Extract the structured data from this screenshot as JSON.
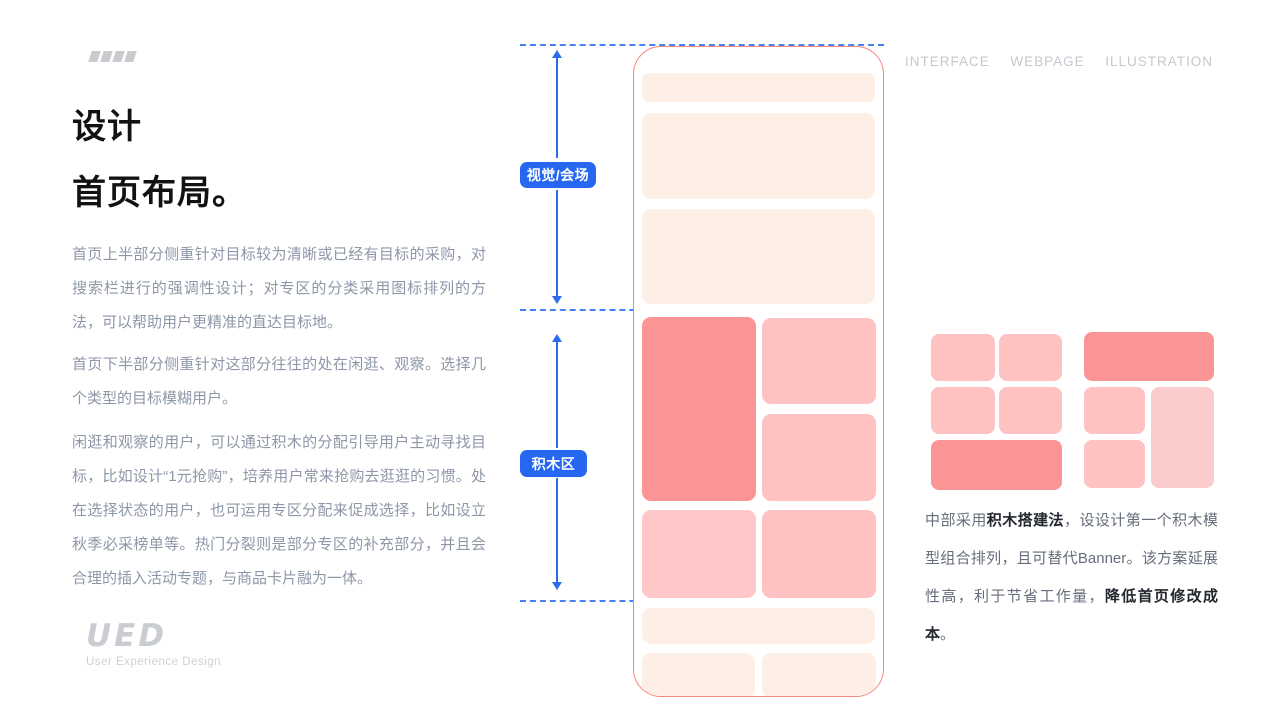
{
  "left": {
    "title_line1": "设计",
    "title_line2": "首页布局。",
    "paragraphs": [
      "首页上半部分侧重针对目标较为清晰或已经有目标的采购，对搜索栏进行的强调性设计；对专区的分类采用图标排列的方法，可以帮助用户更精准的直达目标地。",
      "首页下半部分侧重针对这部分往往的处在闲逛、观察。选择几个类型的目标模糊用户。",
      "闲逛和观察的用户，可以通过积木的分配引导用户主动寻找目标，比如设计“1元抢购”，培养用户常来抢购去逛逛的习惯。处在选择状态的用户，也可运用专区分配来促成选择，比如设立秋季必采榜单等。热门分裂则是部分专区的补充部分，并且会合理的插入活动专题，与商品卡片融为一体。"
    ],
    "logo": {
      "text": "UED",
      "subtitle": "User Experience Design"
    }
  },
  "header_tabs": [
    {
      "label": "INTERFACE"
    },
    {
      "label": "WEBPAGE"
    },
    {
      "label": "ILLUSTRATION"
    }
  ],
  "diagram": {
    "section1_label": "视觉/会场",
    "section2_label": "积木区"
  },
  "note": {
    "segments": [
      {
        "text": "中部采用",
        "bold": false
      },
      {
        "text": "积木搭建法",
        "bold": true
      },
      {
        "text": "，设设计第一个积木模型组合排列，且可替代Banner。该方案延展性高，利于节省工作量，",
        "bold": false
      },
      {
        "text": "降低首页修改成本",
        "bold": true
      },
      {
        "text": "。",
        "bold": false
      }
    ]
  },
  "colors": {
    "accent_blue": "#2667f1",
    "arrow_blue": "#2e6bee",
    "dashed_blue": "#4a80f5",
    "phone_border": "#f2877d",
    "block_salmon": "#fb9595",
    "block_pink": "#ffc2c3",
    "block_pink_light": "#fccbcc",
    "block_peach": "#fdefe6",
    "muted_text": "#8d97a8",
    "note_text": "#666e7c",
    "tab_text": "#c4c8cd"
  }
}
